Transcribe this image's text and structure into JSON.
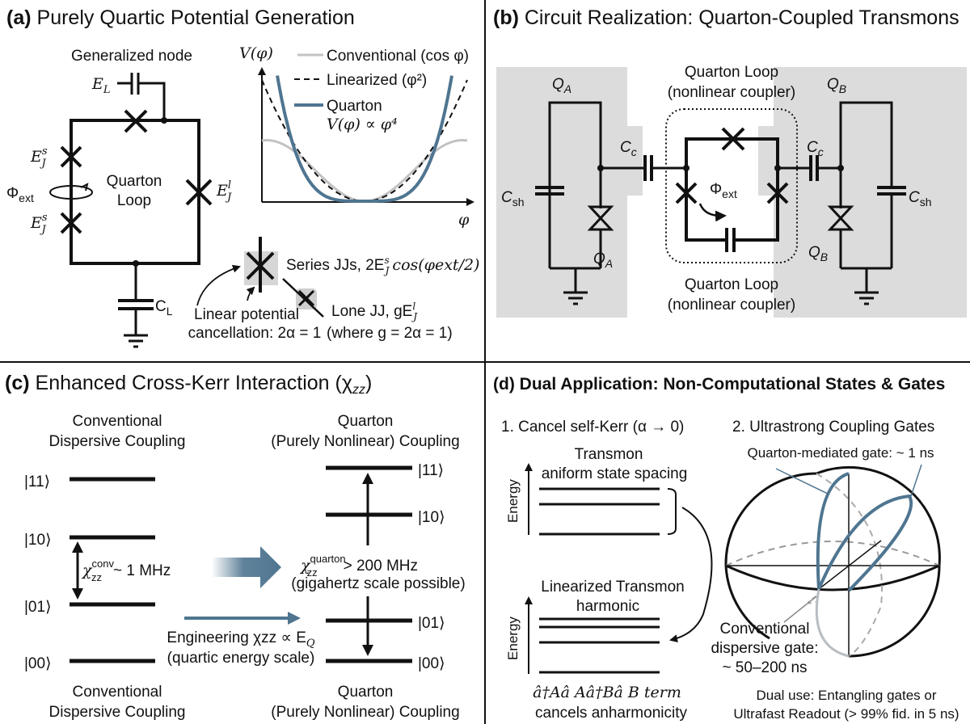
{
  "colors": {
    "quarton_blue": "#4f7590",
    "conventional_gray": "#c2c2c2",
    "panel_shade": "#dcdcdc"
  },
  "panel_a": {
    "title_tag": "(a)",
    "title": "Purely Quartic Potential Generation",
    "generalized_node": "Generalized node",
    "E_L": "E",
    "E_L_sub": "L",
    "EJs": "E",
    "EJs_sup": "s",
    "EJs_sub": "J",
    "EJl_sup": "l",
    "phi_ext": "Φ",
    "phi_ext_sub": "ext",
    "loop_line1": "Quarton",
    "loop_line2": "Loop",
    "C_L": "C",
    "C_L_sub": "L",
    "plot_ylabel": "V(φ)",
    "plot_xlabel": "φ",
    "legend": [
      {
        "label": "Conventional (cos φ)",
        "style": "gray-solid"
      },
      {
        "label": "Linearized (φ²)",
        "style": "black-dashed"
      },
      {
        "label": "Quarton",
        "label2": "V(φ) ∝ φ⁴",
        "style": "blue-solid"
      }
    ],
    "series_jj_label": "Series JJs, 2E",
    "series_jj_formula": "cos(φext/2)",
    "lone_jj_label": "Lone JJ, gE",
    "lone_jj_cond": "(where g = 2α = 1)",
    "cancel_line1": "Linear potential",
    "cancel_line2": "cancellation: 2α = 1"
  },
  "panel_b": {
    "title_tag": "(b)",
    "title": "Circuit Realization: Quarton-Coupled Transmons",
    "QA": "Q",
    "QA_sub": "A",
    "QB": "Q",
    "QB_sub": "B",
    "Cc": "C",
    "Cc_sub": "c",
    "Csh": "C",
    "Csh_sub": "sh",
    "phi_ext": "Φ",
    "phi_ext_sub": "ext",
    "loop_top_1": "Quarton Loop",
    "loop_top_2": "(nonlinear coupler)",
    "loop_bot_1": "Quarton Loop",
    "loop_bot_2": "(nonlinear coupler)"
  },
  "panel_c": {
    "title_tag": "(c)",
    "title": "Enhanced Cross-Kerr Interaction (χ",
    "title_sub": "zz",
    "title_end": ")",
    "left_head_1": "Conventional",
    "left_head_2": "Dispersive Coupling",
    "right_head_1": "Quarton",
    "right_head_2": "(Purely Nonlinear) Coupling",
    "left_states": [
      "|11⟩",
      "|10⟩",
      "|01⟩",
      "|00⟩"
    ],
    "right_states": [
      "|11⟩",
      "|10⟩",
      "|01⟩",
      "|00⟩"
    ],
    "chi_conv": "χ",
    "chi_conv_sup": "conv",
    "chi_conv_sub": "zz",
    "chi_conv_val": "~ 1 MHz",
    "chi_q": "χ",
    "chi_q_sup": "quarton",
    "chi_q_sub": "zz",
    "chi_q_val": "> 200 MHz",
    "chi_q_note": "(gigahertz scale possible)",
    "eng_line1": "Engineering χzz ∝ E",
    "eng_line1_sub": "Q",
    "eng_line2": "(quartic energy scale)",
    "left_foot_1": "Conventional",
    "left_foot_2": "Dispersive Coupling",
    "right_foot_1": "Quarton",
    "right_foot_2": "(Purely Nonlinear) Coupling"
  },
  "panel_d": {
    "title_tag": "(d)",
    "title": "Dual Application: Non-Computational States & Gates",
    "sec1_title": "1. Cancel self-Kerr (α → 0)",
    "transmon": "Transmon",
    "transmon_note": "aniform state spacing",
    "energy": "Energy",
    "lin_transmon": "Linearized Transmon",
    "harmonic": "harmonic",
    "term_line1": "â†Aâ Aâ†Bâ B term",
    "term_line2": "cancels anharmonicity",
    "sec2_title": "2. Ultrastrong Coupling Gates",
    "quarton_gate": "Quarton-mediated gate: ~ 1 ns",
    "conv_gate_1": "Conventional",
    "conv_gate_2": "dispersive gate:",
    "conv_gate_3": "~ 50–200 ns",
    "dual_use_1": "Dual use: Entangling gates or",
    "dual_use_2": "Ultrafast Readout (> 99% fid. in 5 ns)"
  }
}
